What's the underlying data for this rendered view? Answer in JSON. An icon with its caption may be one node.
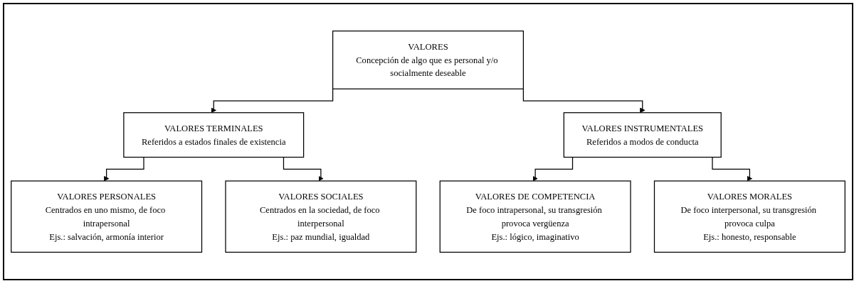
{
  "diagram": {
    "nodes": [
      {
        "text": [
          "VALORES",
          "Concepción de algo que es personal y/o socialmente deseable"
        ]
      },
      {
        "text": [
          "VALORES TERMINALES",
          "Referidos a estados finales de existencia"
        ]
      },
      {
        "text": [
          "VALORES INSTRUMENTALES",
          "Referidos a modos de conducta"
        ]
      },
      {
        "text": [
          "VALORES PERSONALES",
          "Centrados en uno mismo, de foco intrapersonal",
          "Ejs.: salvación, armonía interior"
        ]
      },
      {
        "text": [
          "VALORES SOCIALES",
          "Centrados en la sociedad, de foco interpersonal",
          "Ejs.: paz mundial, igualdad"
        ]
      },
      {
        "text": [
          "VALORES DE COMPETENCIA",
          "De foco intrapersonal, su transgresión provoca vergüenza",
          "Ejs.: lógico, imaginativo"
        ]
      },
      {
        "text": [
          "VALORES MORALES",
          "De foco interpersonal, su transgresión provoca culpa",
          "Ejs.: honesto, responsable"
        ]
      }
    ],
    "edges": [
      {
        "from": 0,
        "to": 1,
        "arrow": "to"
      },
      {
        "from": 0,
        "to": 2,
        "arrow": "to"
      },
      {
        "from": 1,
        "to": 3,
        "arrow": "to"
      },
      {
        "from": 1,
        "to": 4,
        "arrow": "to"
      },
      {
        "from": 2,
        "to": 5,
        "arrow": "to"
      },
      {
        "from": 2,
        "to": 6,
        "arrow": "to"
      }
    ]
  }
}
